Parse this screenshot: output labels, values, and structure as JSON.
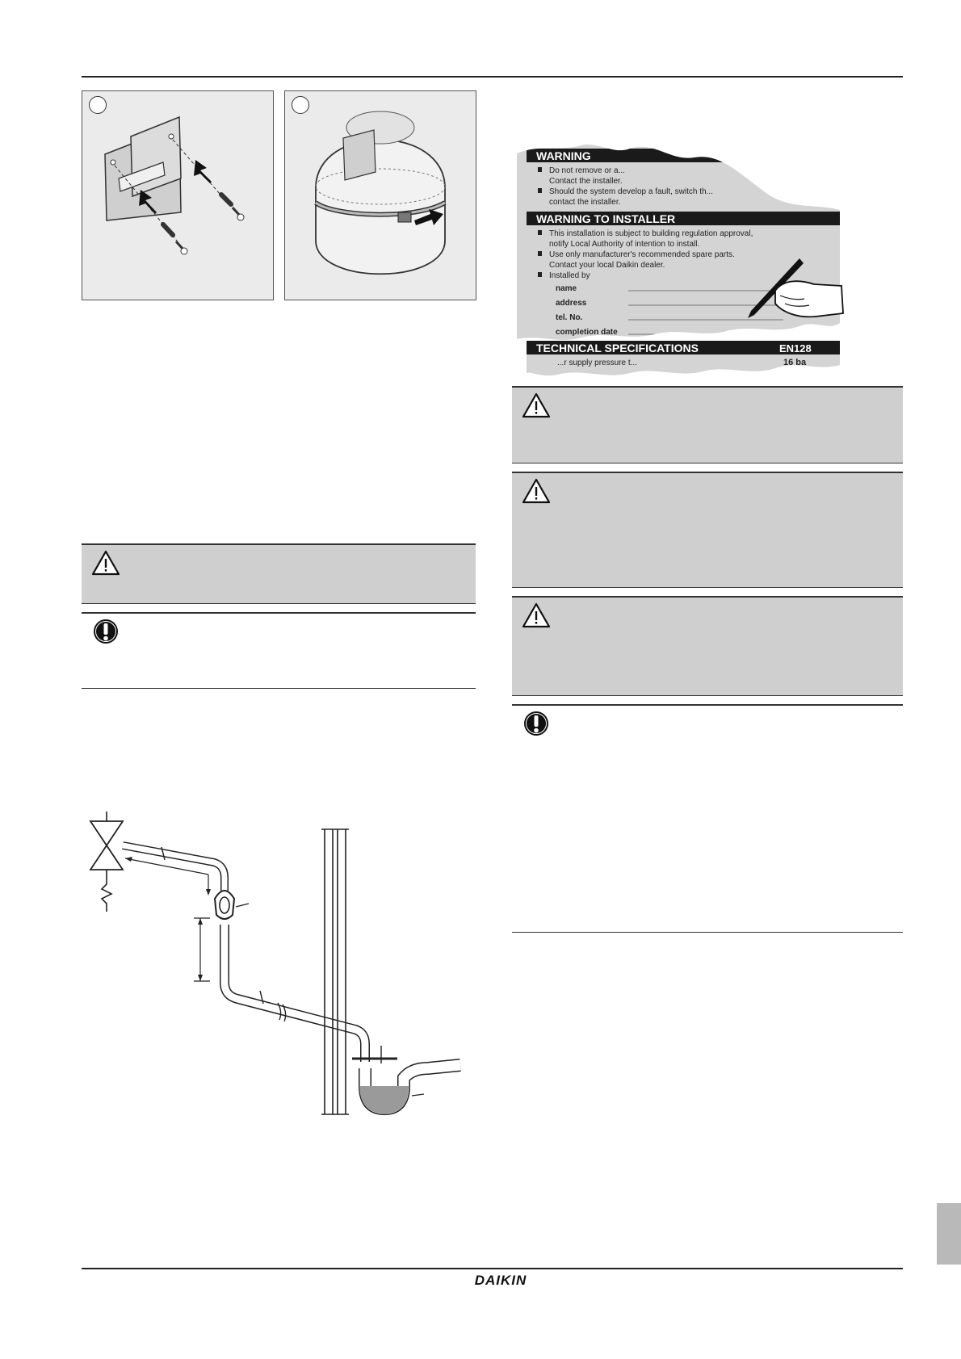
{
  "label": {
    "warning_heading": "WARNING",
    "warning_items": [
      "Do not remove or a...",
      "Contact the installer.",
      "Should the system develop a fault, switch th...",
      "contact the installer."
    ],
    "installer_heading": "WARNING TO INSTALLER",
    "installer_items": [
      "This installation is subject to building regulation approval,",
      "notify Local Authority of intention to install.",
      "Use only manufacturer's recommended spare parts.",
      "Contact your local Daikin dealer.",
      "Installed by"
    ],
    "fields": [
      "name",
      "address",
      "tel. No.",
      "completion date"
    ],
    "specs_heading": "TECHNICAL SPECIFICATIONS",
    "specs_code": "EN128",
    "specs_row_text": "...r supply pressure t...",
    "specs_value": "16 ba"
  },
  "footer": {
    "brand": "DAIKIN"
  },
  "colors": {
    "label_bg": "#d4d4d4",
    "heading_bg": "#1a1a1a",
    "note_bg": "#cfcfcf",
    "panel_bg": "#ebebeb"
  },
  "icons": {
    "warning": "warning-triangle-icon",
    "notice": "exclamation-circle-icon",
    "pen": "hand-with-pen-icon"
  }
}
